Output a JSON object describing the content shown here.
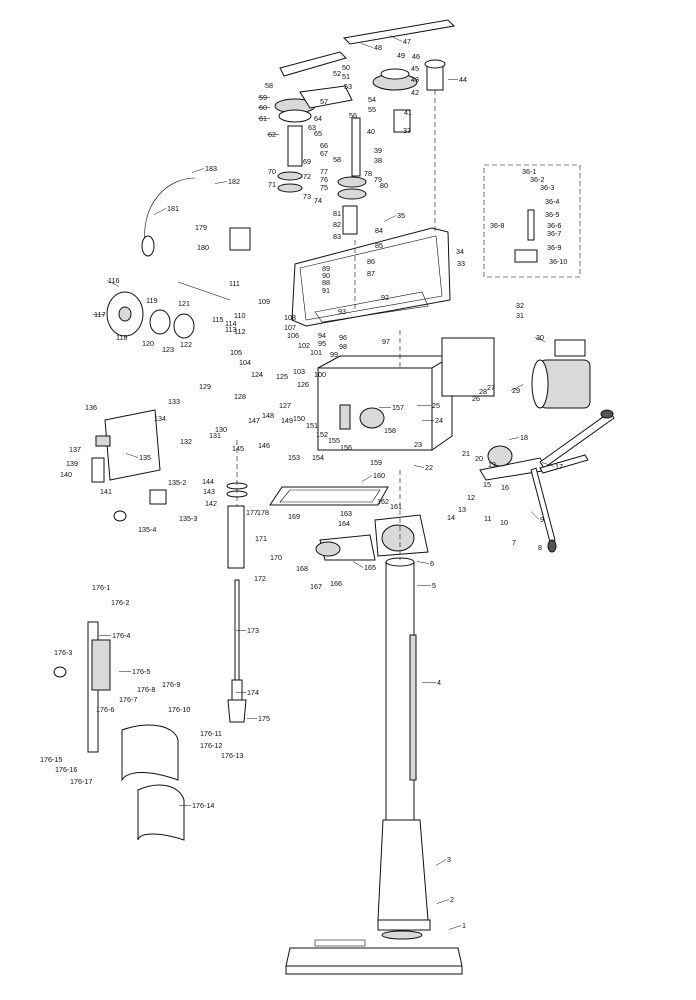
{
  "diagram": {
    "type": "exploded-parts-view",
    "callouts": [
      {
        "id": "1",
        "text": "1"
      },
      {
        "id": "2",
        "text": "2"
      },
      {
        "id": "3",
        "text": "3"
      },
      {
        "id": "4",
        "text": "4"
      },
      {
        "id": "5",
        "text": "5"
      },
      {
        "id": "6",
        "text": "6"
      },
      {
        "id": "7",
        "text": "7"
      },
      {
        "id": "8",
        "text": "8"
      },
      {
        "id": "9",
        "text": "9"
      },
      {
        "id": "10",
        "text": "10"
      },
      {
        "id": "11",
        "text": "11"
      },
      {
        "id": "12",
        "text": "12"
      },
      {
        "id": "13",
        "text": "13"
      },
      {
        "id": "14",
        "text": "14"
      },
      {
        "id": "15",
        "text": "15"
      },
      {
        "id": "16",
        "text": "16"
      },
      {
        "id": "17",
        "text": "17"
      },
      {
        "id": "18",
        "text": "18"
      },
      {
        "id": "19",
        "text": "19"
      },
      {
        "id": "20",
        "text": "20"
      },
      {
        "id": "21",
        "text": "21"
      },
      {
        "id": "22",
        "text": "22"
      },
      {
        "id": "23",
        "text": "23"
      },
      {
        "id": "24",
        "text": "24"
      },
      {
        "id": "25",
        "text": "25"
      },
      {
        "id": "26",
        "text": "26"
      },
      {
        "id": "27",
        "text": "27"
      },
      {
        "id": "28",
        "text": "28"
      },
      {
        "id": "29",
        "text": "29"
      },
      {
        "id": "30",
        "text": "30"
      },
      {
        "id": "31",
        "text": "31"
      },
      {
        "id": "32",
        "text": "32"
      },
      {
        "id": "33",
        "text": "33"
      },
      {
        "id": "34",
        "text": "34"
      },
      {
        "id": "35",
        "text": "35"
      },
      {
        "id": "36-1",
        "text": "36-1"
      },
      {
        "id": "36-2",
        "text": "36-2"
      },
      {
        "id": "36-3",
        "text": "36-3"
      },
      {
        "id": "36-4",
        "text": "36-4"
      },
      {
        "id": "36-5",
        "text": "36-5"
      },
      {
        "id": "36-6",
        "text": "36-6"
      },
      {
        "id": "36-7",
        "text": "36-7"
      },
      {
        "id": "36-8",
        "text": "36-8"
      },
      {
        "id": "36-9",
        "text": "36-9"
      },
      {
        "id": "36-10",
        "text": "36-10"
      },
      {
        "id": "37",
        "text": "37"
      },
      {
        "id": "38",
        "text": "38"
      },
      {
        "id": "39",
        "text": "39"
      },
      {
        "id": "40",
        "text": "40"
      },
      {
        "id": "41",
        "text": "41"
      },
      {
        "id": "42",
        "text": "42"
      },
      {
        "id": "43",
        "text": "43"
      },
      {
        "id": "44",
        "text": "44"
      },
      {
        "id": "45",
        "text": "45"
      },
      {
        "id": "46",
        "text": "46"
      },
      {
        "id": "47",
        "text": "47"
      },
      {
        "id": "48",
        "text": "48"
      },
      {
        "id": "49",
        "text": "49"
      },
      {
        "id": "50",
        "text": "50"
      },
      {
        "id": "51",
        "text": "51"
      },
      {
        "id": "52",
        "text": "52"
      },
      {
        "id": "53",
        "text": "53"
      },
      {
        "id": "54",
        "text": "54"
      },
      {
        "id": "55",
        "text": "55"
      },
      {
        "id": "56",
        "text": "56"
      },
      {
        "id": "57",
        "text": "57"
      },
      {
        "id": "58",
        "text": "58"
      },
      {
        "id": "58b",
        "text": "58"
      },
      {
        "id": "59",
        "text": "59"
      },
      {
        "id": "60",
        "text": "60"
      },
      {
        "id": "61",
        "text": "61"
      },
      {
        "id": "62",
        "text": "62"
      },
      {
        "id": "63",
        "text": "63"
      },
      {
        "id": "64",
        "text": "64"
      },
      {
        "id": "65",
        "text": "65"
      },
      {
        "id": "66",
        "text": "66"
      },
      {
        "id": "67",
        "text": "67"
      },
      {
        "id": "69",
        "text": "69"
      },
      {
        "id": "70",
        "text": "70"
      },
      {
        "id": "71",
        "text": "71"
      },
      {
        "id": "72",
        "text": "72"
      },
      {
        "id": "73",
        "text": "73"
      },
      {
        "id": "74",
        "text": "74"
      },
      {
        "id": "75",
        "text": "75"
      },
      {
        "id": "76",
        "text": "76"
      },
      {
        "id": "77",
        "text": "77"
      },
      {
        "id": "78",
        "text": "78"
      },
      {
        "id": "79",
        "text": "79"
      },
      {
        "id": "80",
        "text": "80"
      },
      {
        "id": "81",
        "text": "81"
      },
      {
        "id": "82",
        "text": "82"
      },
      {
        "id": "83",
        "text": "83"
      },
      {
        "id": "84",
        "text": "84"
      },
      {
        "id": "85",
        "text": "85"
      },
      {
        "id": "86",
        "text": "86"
      },
      {
        "id": "87",
        "text": "87"
      },
      {
        "id": "88",
        "text": "88"
      },
      {
        "id": "89",
        "text": "89"
      },
      {
        "id": "90",
        "text": "90"
      },
      {
        "id": "91",
        "text": "91"
      },
      {
        "id": "92",
        "text": "92"
      },
      {
        "id": "93",
        "text": "93"
      },
      {
        "id": "94",
        "text": "94"
      },
      {
        "id": "95",
        "text": "95"
      },
      {
        "id": "96",
        "text": "96"
      },
      {
        "id": "97",
        "text": "97"
      },
      {
        "id": "98",
        "text": "98"
      },
      {
        "id": "99",
        "text": "99"
      },
      {
        "id": "100",
        "text": "100"
      },
      {
        "id": "101",
        "text": "101"
      },
      {
        "id": "102",
        "text": "102"
      },
      {
        "id": "103",
        "text": "103"
      },
      {
        "id": "104",
        "text": "104"
      },
      {
        "id": "105",
        "text": "105"
      },
      {
        "id": "106",
        "text": "106"
      },
      {
        "id": "107",
        "text": "107"
      },
      {
        "id": "108",
        "text": "108"
      },
      {
        "id": "109",
        "text": "109"
      },
      {
        "id": "110",
        "text": "110"
      },
      {
        "id": "111",
        "text": "111"
      },
      {
        "id": "112",
        "text": "112"
      },
      {
        "id": "113",
        "text": "113"
      },
      {
        "id": "114",
        "text": "114"
      },
      {
        "id": "115",
        "text": "115"
      },
      {
        "id": "116",
        "text": "116"
      },
      {
        "id": "117",
        "text": "117"
      },
      {
        "id": "118",
        "text": "118"
      },
      {
        "id": "119",
        "text": "119"
      },
      {
        "id": "120",
        "text": "120"
      },
      {
        "id": "121",
        "text": "121"
      },
      {
        "id": "122",
        "text": "122"
      },
      {
        "id": "123",
        "text": "123"
      },
      {
        "id": "124",
        "text": "124"
      },
      {
        "id": "125",
        "text": "125"
      },
      {
        "id": "126",
        "text": "126"
      },
      {
        "id": "127",
        "text": "127"
      },
      {
        "id": "128",
        "text": "128"
      },
      {
        "id": "129",
        "text": "129"
      },
      {
        "id": "130",
        "text": "130"
      },
      {
        "id": "131",
        "text": "131"
      },
      {
        "id": "132",
        "text": "132"
      },
      {
        "id": "133",
        "text": "133"
      },
      {
        "id": "134",
        "text": "134"
      },
      {
        "id": "135",
        "text": "135"
      },
      {
        "id": "135-2",
        "text": "135-2"
      },
      {
        "id": "135-3",
        "text": "135-3"
      },
      {
        "id": "135-4",
        "text": "135-4"
      },
      {
        "id": "136",
        "text": "136"
      },
      {
        "id": "137",
        "text": "137"
      },
      {
        "id": "139",
        "text": "139"
      },
      {
        "id": "140",
        "text": "140"
      },
      {
        "id": "141",
        "text": "141"
      },
      {
        "id": "142",
        "text": "142"
      },
      {
        "id": "143",
        "text": "143"
      },
      {
        "id": "144",
        "text": "144"
      },
      {
        "id": "145",
        "text": "145"
      },
      {
        "id": "146",
        "text": "146"
      },
      {
        "id": "147",
        "text": "147"
      },
      {
        "id": "148",
        "text": "148"
      },
      {
        "id": "149",
        "text": "149"
      },
      {
        "id": "150",
        "text": "150"
      },
      {
        "id": "151",
        "text": "151"
      },
      {
        "id": "152",
        "text": "152"
      },
      {
        "id": "153",
        "text": "153"
      },
      {
        "id": "154",
        "text": "154"
      },
      {
        "id": "155",
        "text": "155"
      },
      {
        "id": "156",
        "text": "156"
      },
      {
        "id": "157",
        "text": "157"
      },
      {
        "id": "158",
        "text": "158"
      },
      {
        "id": "159",
        "text": "159"
      },
      {
        "id": "160",
        "text": "160"
      },
      {
        "id": "161",
        "text": "161"
      },
      {
        "id": "162",
        "text": "162"
      },
      {
        "id": "163",
        "text": "163"
      },
      {
        "id": "164",
        "text": "164"
      },
      {
        "id": "165",
        "text": "165"
      },
      {
        "id": "166",
        "text": "166"
      },
      {
        "id": "167",
        "text": "167"
      },
      {
        "id": "168",
        "text": "168"
      },
      {
        "id": "169",
        "text": "169"
      },
      {
        "id": "170",
        "text": "170"
      },
      {
        "id": "171",
        "text": "171"
      },
      {
        "id": "172",
        "text": "172"
      },
      {
        "id": "173",
        "text": "173"
      },
      {
        "id": "174",
        "text": "174"
      },
      {
        "id": "175",
        "text": "175"
      },
      {
        "id": "176-1",
        "text": "176-1"
      },
      {
        "id": "176-2",
        "text": "176-2"
      },
      {
        "id": "176-3",
        "text": "176-3"
      },
      {
        "id": "176-4",
        "text": "176-4"
      },
      {
        "id": "176-5",
        "text": "176-5"
      },
      {
        "id": "176-6",
        "text": "176-6"
      },
      {
        "id": "176-7",
        "text": "176-7"
      },
      {
        "id": "176-8",
        "text": "176-8"
      },
      {
        "id": "176-9",
        "text": "176-9"
      },
      {
        "id": "176-10",
        "text": "176-10"
      },
      {
        "id": "176-11",
        "text": "176-11"
      },
      {
        "id": "176-12",
        "text": "176-12"
      },
      {
        "id": "176-13",
        "text": "176-13"
      },
      {
        "id": "176-14",
        "text": "176-14"
      },
      {
        "id": "176-15",
        "text": "176-15"
      },
      {
        "id": "176-16",
        "text": "176-16"
      },
      {
        "id": "176-17",
        "text": "176-17"
      },
      {
        "id": "177",
        "text": "177"
      },
      {
        "id": "178",
        "text": "178"
      },
      {
        "id": "179",
        "text": "179"
      },
      {
        "id": "180",
        "text": "180"
      },
      {
        "id": "181",
        "text": "181"
      },
      {
        "id": "182",
        "text": "182"
      },
      {
        "id": "183",
        "text": "183"
      }
    ]
  }
}
